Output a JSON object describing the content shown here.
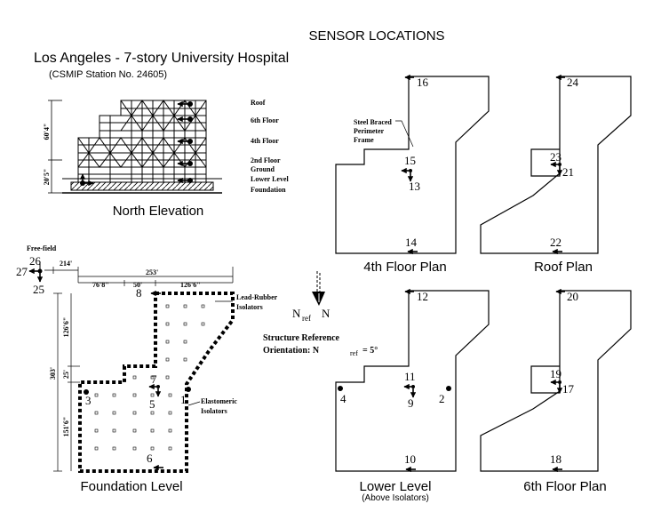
{
  "title": "SENSOR LOCATIONS",
  "building": {
    "name": "Los Angeles - 7-story University Hospital",
    "station": "(CSMIP Station No. 24605)"
  },
  "north_elevation": {
    "caption": "North Elevation",
    "levels": [
      "Roof",
      "6th Floor",
      "4th Floor",
      "2nd Floor",
      "Ground",
      "Lower Level",
      "Foundation"
    ],
    "dim_upper": "60'4\"",
    "dim_lower": "20'5\""
  },
  "foundation": {
    "caption": "Foundation Level",
    "free_field": "Free-field",
    "dims": {
      "ff": "214'",
      "total": "253'",
      "seg1": "76'8\"",
      "seg2": "50'",
      "seg3": "126'6\"",
      "vert_total": "303'",
      "vert_top": "126'6\"",
      "vert_mid": "25'",
      "vert_bot": "151'6\""
    },
    "lead_rubber": [
      "Lead-Rubber",
      "Isolators"
    ],
    "elastomeric": [
      "Elastomeric",
      "Isolators"
    ],
    "sensors": [
      "25",
      "26",
      "27",
      "8",
      "7",
      "5",
      "3",
      "1",
      "6"
    ]
  },
  "reference": {
    "n_ref": "N",
    "sub": "ref",
    "n": "N",
    "text1": "Structure Reference",
    "text2": "Orientation: N",
    "text2_end": " = 5°"
  },
  "floor_4": {
    "caption": "4th Floor Plan",
    "frame_note": [
      "Steel Braced",
      "Perimeter",
      "Frame"
    ],
    "sensors": [
      "16",
      "15",
      "13",
      "14"
    ]
  },
  "roof": {
    "caption": "Roof Plan",
    "sensors": [
      "24",
      "23",
      "21",
      "22"
    ]
  },
  "lower_level": {
    "caption": "Lower Level",
    "note": "(Above Isolators)",
    "sensors": [
      "12",
      "11",
      "9",
      "4",
      "2",
      "10"
    ]
  },
  "floor_6": {
    "caption": "6th Floor Plan",
    "sensors": [
      "20",
      "19",
      "17",
      "18"
    ]
  },
  "colors": {
    "ink": "#000000",
    "paper": "#ffffff"
  }
}
